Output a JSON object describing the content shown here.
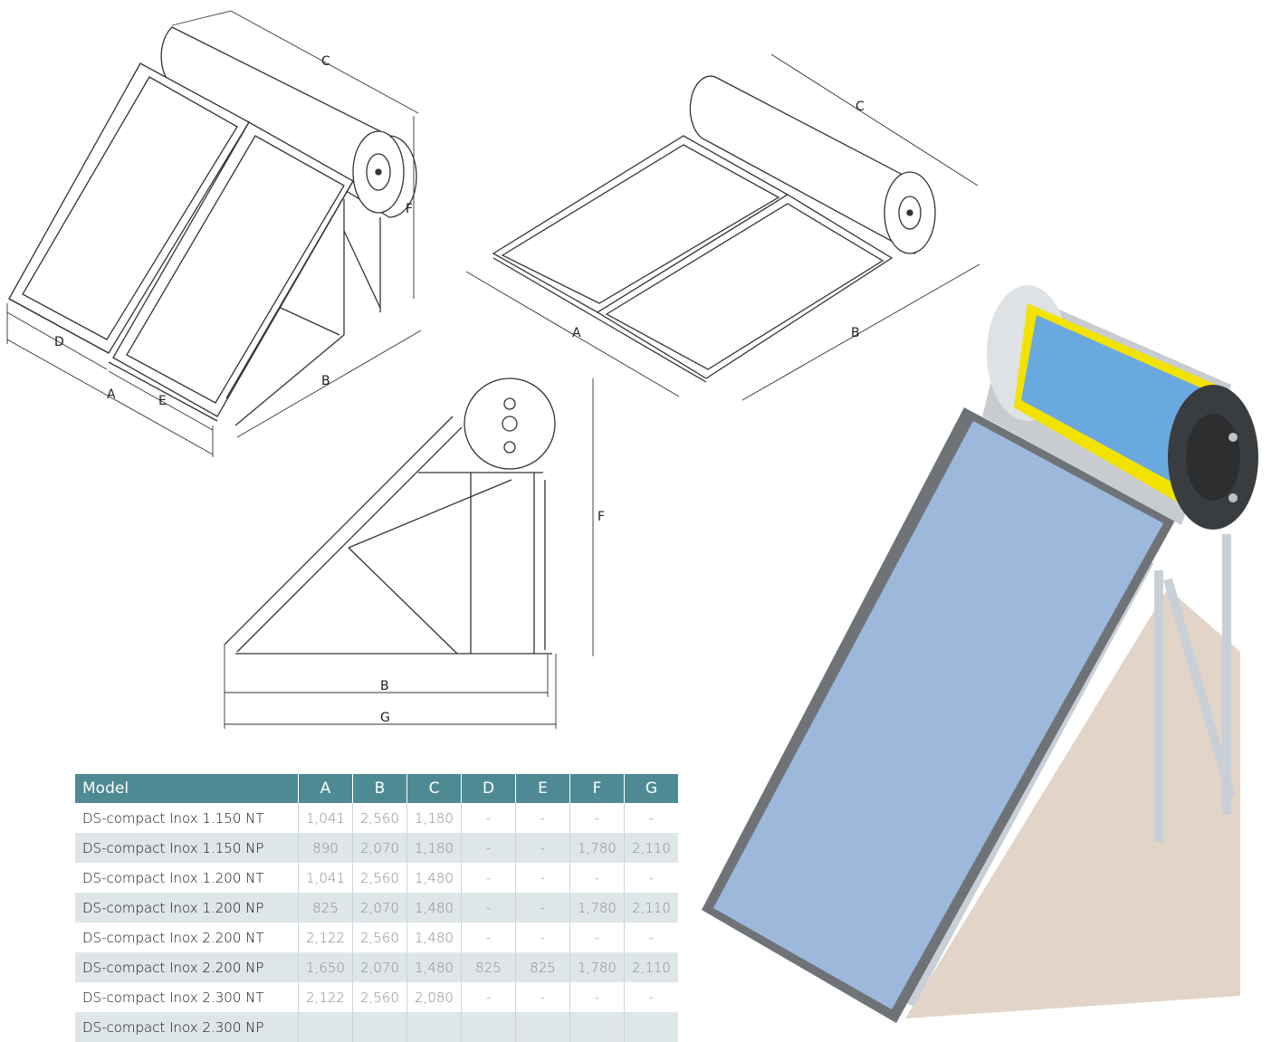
{
  "colors": {
    "header_bg": "#4e8a94",
    "alt_row": "#dfe6e9",
    "collector_blue": "#9cb9dc",
    "insulation_yellow": "#f2e200"
  },
  "drawings": {
    "angled_view": {
      "labels": [
        "A",
        "B",
        "C",
        "D",
        "E",
        "F"
      ]
    },
    "flat_roof_view": {
      "labels": [
        "A",
        "B",
        "C"
      ]
    },
    "side_view": {
      "labels": [
        "B",
        "G",
        "F"
      ]
    }
  },
  "table": {
    "headers": [
      "Model",
      "A",
      "B",
      "C",
      "D",
      "E",
      "F",
      "G"
    ],
    "rows": [
      [
        "DS-compact Inox 1.150 NT",
        "1,041",
        "2,560",
        "1,180",
        "-",
        "-",
        "-",
        "-"
      ],
      [
        "DS-compact Inox 1.150 NP",
        "890",
        "2,070",
        "1,180",
        "-",
        "-",
        "1,780",
        "2,110"
      ],
      [
        "DS-compact Inox 1.200 NT",
        "1,041",
        "2,560",
        "1,480",
        "-",
        "-",
        "-",
        "-"
      ],
      [
        "DS-compact Inox 1.200 NP",
        "825",
        "2,070",
        "1,480",
        "-",
        "-",
        "1,780",
        "2,110"
      ],
      [
        "DS-compact Inox 2.200 NT",
        "2,122",
        "2,560",
        "1,480",
        "-",
        "-",
        "-",
        "-"
      ],
      [
        "DS-compact Inox 2.200 NP",
        "1,650",
        "2,070",
        "1,480",
        "825",
        "825",
        "1,780",
        "2,110"
      ],
      [
        "DS-compact Inox 2.300 NT",
        "2,122",
        "2,560",
        "2,080",
        "-",
        "-",
        "-",
        "-"
      ],
      [
        "DS-compact Inox 2.300 NP",
        "",
        "",
        "",
        "",
        "",
        "",
        ""
      ]
    ]
  }
}
